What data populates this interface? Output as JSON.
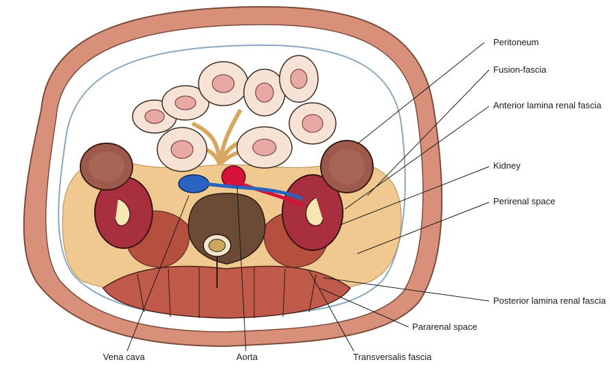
{
  "labels": {
    "peritoneum": "Peritoneum",
    "fusion_fascia": "Fusion-fascia",
    "anterior_lamina": "Anterior lamina renal fascia",
    "kidney": "Kidney",
    "perirenal_space": "Perirenal space",
    "posterior_lamina": "Posterior lamina renal fascia",
    "pararenal_space": "Pararenal space",
    "vena_cava": "Vena cava",
    "aorta": "Aorta",
    "transversalis_fascia": "Transversalis fascia"
  },
  "colors": {
    "body_wall": "#d9907a",
    "fat": "#efc98f",
    "kidney": "#a8303e",
    "muscle": "#c05a4a",
    "aorta": "#d8103c",
    "vena_cava": "#2a64c0",
    "fascia": "#bccfe0",
    "bowel_wall": "#f6e3d6",
    "mucosa": "#e8a9a4",
    "colon": "#9c5a4c"
  }
}
